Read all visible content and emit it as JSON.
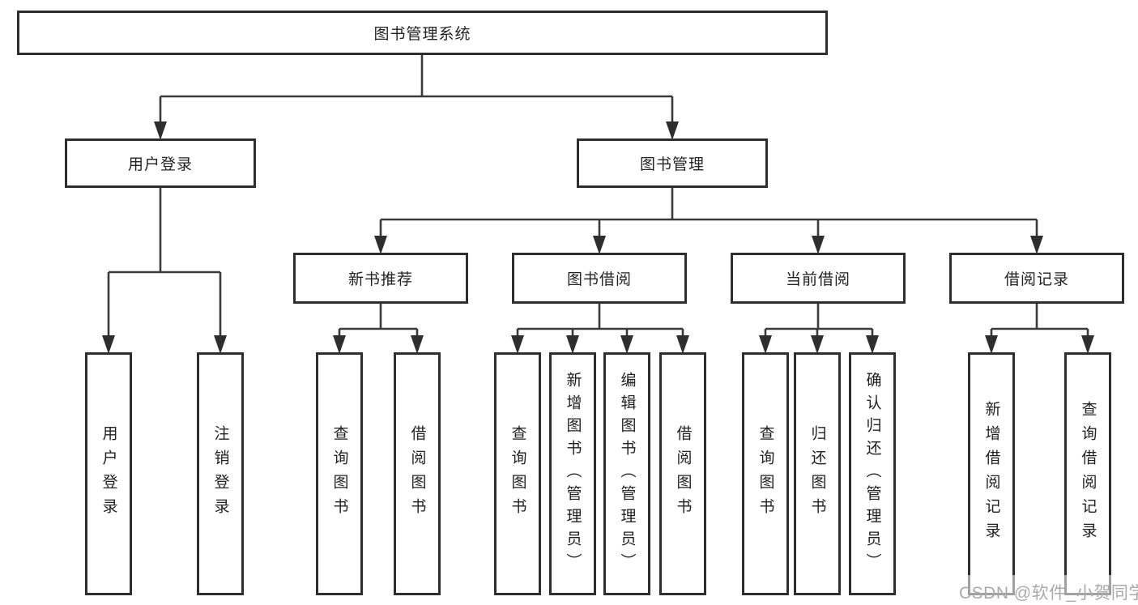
{
  "tree": {
    "label": "图书管理系统",
    "children": [
      {
        "label": "用户登录",
        "children": [
          {
            "label": "用户登录"
          },
          {
            "label": "注销登录"
          }
        ]
      },
      {
        "label": "图书管理",
        "children": [
          {
            "label": "新书推荐",
            "children": [
              {
                "label": "查询图书"
              },
              {
                "label": "借阅图书"
              }
            ]
          },
          {
            "label": "图书借阅",
            "children": [
              {
                "label": "查询图书"
              },
              {
                "label": "新增图书（管理员）"
              },
              {
                "label": "编辑图书（管理员）"
              },
              {
                "label": "借阅图书"
              }
            ]
          },
          {
            "label": "当前借阅",
            "children": [
              {
                "label": "查询图书"
              },
              {
                "label": "归还图书"
              },
              {
                "label": "确认归还（管理员）"
              }
            ]
          },
          {
            "label": "借阅记录",
            "children": [
              {
                "label": "新增借阅记录"
              },
              {
                "label": "查询借阅记录"
              }
            ]
          }
        ]
      }
    ]
  },
  "watermark": {
    "text": "CSDN @软件_小贺同学"
  },
  "colors": {
    "line": "#3a3a3a",
    "border": "#2e2e2e",
    "text": "#222222",
    "watermark": "#aaaaaa",
    "background": "#ffffff"
  }
}
